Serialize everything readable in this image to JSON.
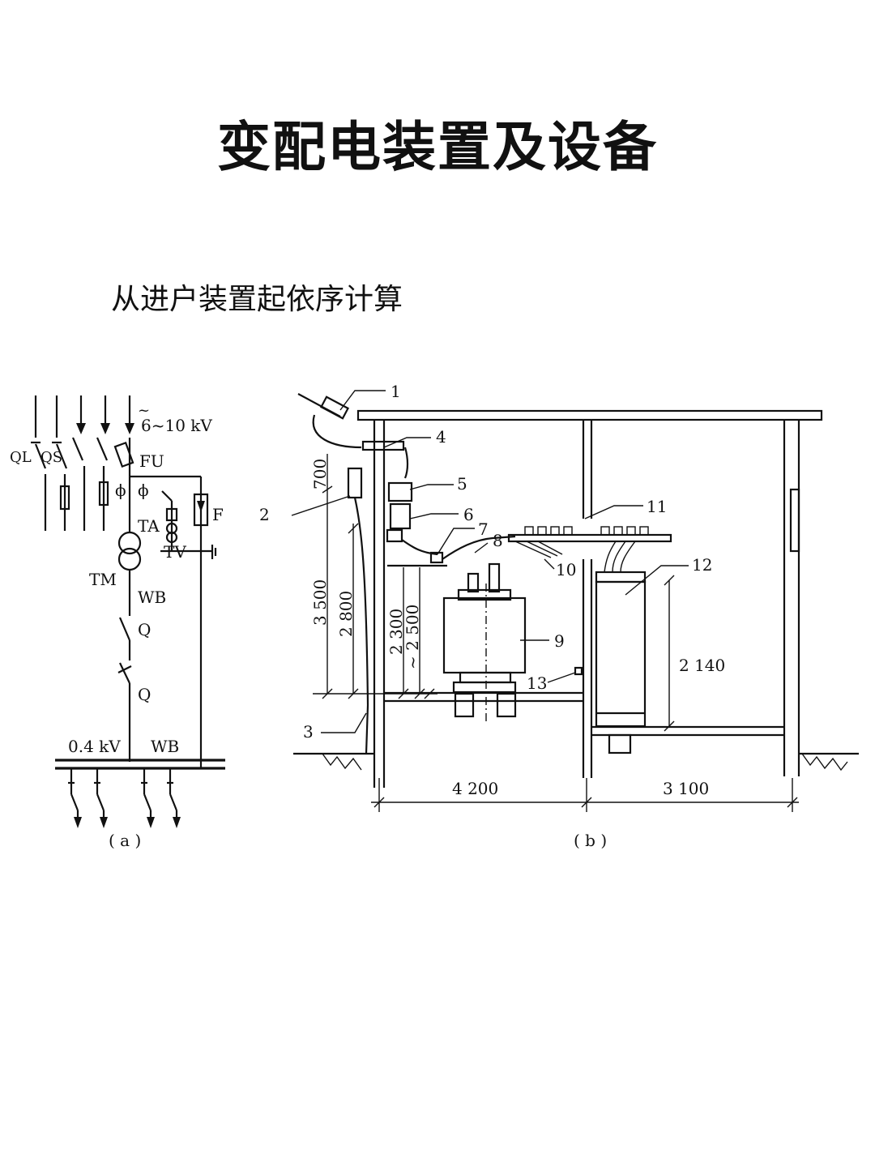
{
  "page": {
    "title": "变配电装置及设备",
    "subtitle": "从进户装置起依序计算"
  },
  "diagram_a": {
    "caption": "( a )",
    "voltage_in": "6~10  kV",
    "ac_symbol": "~",
    "labels": {
      "ql": "QL",
      "qs": "QS",
      "fu": "FU",
      "f": "F",
      "ta": "TA",
      "tv": "TV",
      "tm": "TM",
      "wb_top": "WB",
      "q1": "Q",
      "q2": "Q",
      "low_voltage": "0.4 kV",
      "wb_bottom": "WB",
      "phi1": "ϕ",
      "phi2": "ϕ"
    }
  },
  "diagram_b": {
    "caption": "( b )",
    "callouts": [
      "1",
      "2",
      "3",
      "4",
      "5",
      "6",
      "7",
      "8",
      "9",
      "10",
      "11",
      "12",
      "13"
    ],
    "dimensions": {
      "d700": "700",
      "d3500": "3 500",
      "d2800": "2 800",
      "d2300": "2 300",
      "d2500": "~ 2 500",
      "d2140": "2 140",
      "d4200": "4 200",
      "d3100": "3 100"
    }
  }
}
